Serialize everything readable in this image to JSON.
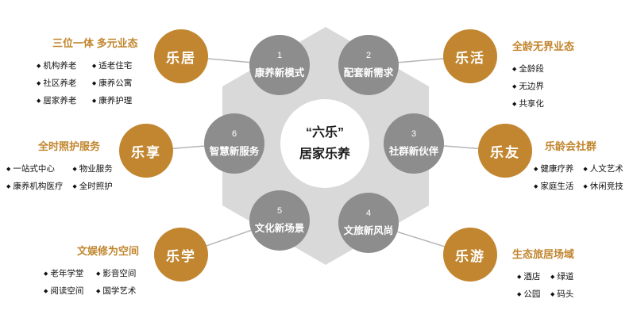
{
  "center": {
    "line1": "“六乐”",
    "line2": "居家乐养"
  },
  "inner_nodes": [
    {
      "num": "1",
      "label": "康养新模式"
    },
    {
      "num": "2",
      "label": "配套新需求"
    },
    {
      "num": "3",
      "label": "社群新伙伴"
    },
    {
      "num": "4",
      "label": "文旅新风尚"
    },
    {
      "num": "5",
      "label": "文化新场景"
    },
    {
      "num": "6",
      "label": "智慧新服务"
    }
  ],
  "outer_nodes": [
    {
      "label": "乐居"
    },
    {
      "label": "乐活"
    },
    {
      "label": "乐享"
    },
    {
      "label": "乐友"
    },
    {
      "label": "乐学"
    },
    {
      "label": "乐游"
    }
  ],
  "groups": [
    {
      "title": "三位一体 多元业态",
      "items": [
        "机构养老",
        "适老住宅",
        "社区养老",
        "康养公寓",
        "居家养老",
        "康养护理"
      ]
    },
    {
      "title": "全龄无界业态",
      "items": [
        "全龄段",
        "无边界",
        "共享化"
      ]
    },
    {
      "title": "全时照护服务",
      "items": [
        "一站式中心",
        "物业服务",
        "康养机构医疗",
        "全时照护"
      ]
    },
    {
      "title": "乐龄会社群",
      "items": [
        "健康疗养",
        "人文艺术",
        "家庭生活",
        "休闲竞技"
      ]
    },
    {
      "title": "文娱修为空间",
      "items": [
        "老年学堂",
        "影音空间",
        "阅读空间",
        "国学艺术"
      ]
    },
    {
      "title": "生态旅居场域",
      "items": [
        "酒店",
        "绿道",
        "公园",
        "码头"
      ]
    }
  ],
  "colors": {
    "accent": "#C1862F",
    "node_gray": "#8D8D8D",
    "hexagon_gray": "#D9D9D9",
    "line_gray": "#B5B5B5"
  }
}
